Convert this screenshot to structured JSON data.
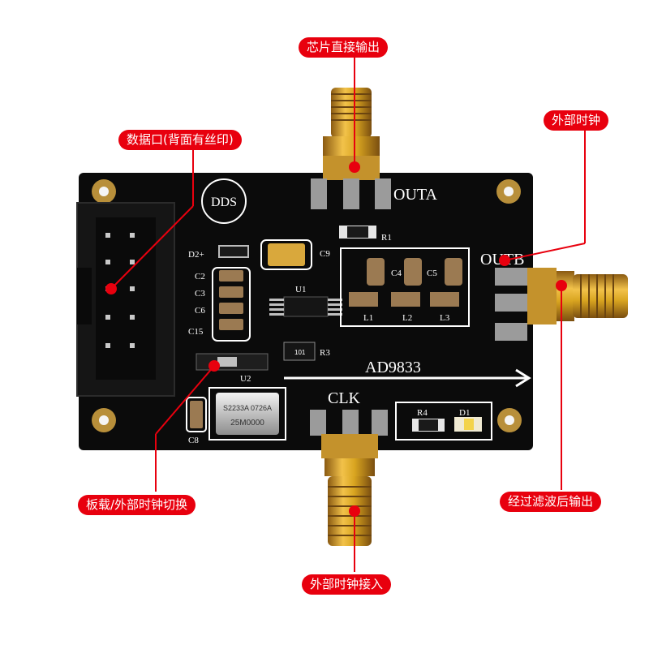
{
  "callouts": {
    "chip_direct_output": "芯片直接输出",
    "external_clock": "外部时钟",
    "data_port": "数据口(背面有丝印)",
    "onboard_external_switch": "板载/外部时钟切换",
    "filtered_output": "经过滤波后输出",
    "external_clock_input": "外部时钟接入"
  },
  "board": {
    "logo": "DDS",
    "chip_name": "AD9833",
    "outa": "OUTA",
    "outb": "OUTB",
    "clk": "CLK",
    "crystal_line1": "S2233A 0726A",
    "crystal_line2": "25M0000",
    "designators": {
      "u1": "U1",
      "u2": "U2",
      "r1": "R1",
      "r3": "R3",
      "r4": "R4",
      "c2": "C2",
      "c3": "C3",
      "c4": "C4",
      "c5": "C5",
      "c6": "C6",
      "c8": "C8",
      "c9": "C9",
      "c15": "C15",
      "d1": "D1",
      "d2": "D2+",
      "l1": "L1",
      "l2": "L2",
      "l3": "L3",
      "resistor_code": "101"
    }
  },
  "colors": {
    "callout": "#e8000e",
    "pcb": "#0b0b0b",
    "silkscreen": "#ffffff",
    "gold": "#d9a520"
  }
}
